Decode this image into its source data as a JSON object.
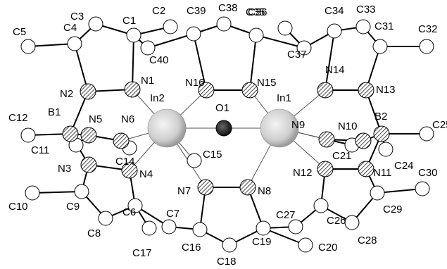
{
  "atoms": [
    {
      "label": "C1",
      "el": "C"
    },
    {
      "label": "C2",
      "el": "C"
    },
    {
      "label": "C3",
      "el": "C"
    },
    {
      "label": "C4",
      "el": "C"
    },
    {
      "label": "C5",
      "el": "C"
    },
    {
      "label": "C6",
      "el": "C"
    },
    {
      "label": "C7",
      "el": "C"
    },
    {
      "label": "C8",
      "el": "C"
    },
    {
      "label": "C9",
      "el": "C"
    },
    {
      "label": "C10",
      "el": "C"
    },
    {
      "label": "C11",
      "el": "C"
    },
    {
      "label": "C12",
      "el": "C"
    },
    {
      "label": "C14",
      "el": "C"
    },
    {
      "label": "C15",
      "el": "C"
    },
    {
      "label": "C16",
      "el": "C"
    },
    {
      "label": "C17",
      "el": "C"
    },
    {
      "label": "C18",
      "el": "C"
    },
    {
      "label": "C19",
      "el": "C"
    },
    {
      "label": "C20",
      "el": "C"
    },
    {
      "label": "C21",
      "el": "C"
    },
    {
      "label": "C24",
      "el": "C"
    },
    {
      "label": "C25",
      "el": "C"
    },
    {
      "label": "C26",
      "el": "C"
    },
    {
      "label": "C27",
      "el": "C"
    },
    {
      "label": "C28",
      "el": "C"
    },
    {
      "label": "C29",
      "el": "C"
    },
    {
      "label": "C30",
      "el": "C"
    },
    {
      "label": "C31",
      "el": "C"
    },
    {
      "label": "C32",
      "el": "C"
    },
    {
      "label": "C33",
      "el": "C"
    },
    {
      "label": "C34",
      "el": "C"
    },
    {
      "label": "C35",
      "el": "C"
    },
    {
      "label": "C36",
      "el": "C"
    },
    {
      "label": "C37",
      "el": "C"
    },
    {
      "label": "C38",
      "el": "C"
    },
    {
      "label": "C39",
      "el": "C"
    },
    {
      "label": "C40",
      "el": "C"
    },
    {
      "label": "N1",
      "el": "N"
    },
    {
      "label": "N2",
      "el": "N"
    },
    {
      "label": "N3",
      "el": "N"
    },
    {
      "label": "N4",
      "el": "N"
    },
    {
      "label": "N5",
      "el": "N"
    },
    {
      "label": "N6",
      "el": "N"
    },
    {
      "label": "N7",
      "el": "N"
    },
    {
      "label": "N8",
      "el": "N"
    },
    {
      "label": "N9",
      "el": "N"
    },
    {
      "label": "N10",
      "el": "N"
    },
    {
      "label": "N11",
      "el": "N"
    },
    {
      "label": "N12",
      "el": "N"
    },
    {
      "label": "N13",
      "el": "N"
    },
    {
      "label": "N14",
      "el": "N"
    },
    {
      "label": "N15",
      "el": "N"
    },
    {
      "label": "N16",
      "el": "N"
    },
    {
      "label": "B1",
      "el": "B"
    },
    {
      "label": "B2",
      "el": "B"
    },
    {
      "label": "In1",
      "el": "In"
    },
    {
      "label": "In2",
      "el": "In"
    },
    {
      "label": "O1",
      "el": "O"
    }
  ],
  "bonds": [
    [
      "C5",
      "C4"
    ],
    [
      "C4",
      "C3"
    ],
    [
      "C3",
      "C1"
    ],
    [
      "C1",
      "C2"
    ],
    [
      "C4",
      "N2"
    ],
    [
      "C1",
      "N1"
    ],
    [
      "N1",
      "N2"
    ],
    [
      "C1",
      "C40"
    ],
    [
      "C40",
      "C39"
    ],
    [
      "C39",
      "N16"
    ],
    [
      "C39",
      "C38"
    ],
    [
      "C38",
      "C36"
    ],
    [
      "C36",
      "N15"
    ],
    [
      "C36",
      "C37"
    ],
    [
      "C37",
      "C35"
    ],
    [
      "C37",
      "C34"
    ],
    [
      "C34",
      "C33"
    ],
    [
      "C33",
      "C31"
    ],
    [
      "C31",
      "C32"
    ],
    [
      "C31",
      "N13"
    ],
    [
      "C34",
      "N14"
    ],
    [
      "N14",
      "N13"
    ],
    [
      "N16",
      "N15"
    ],
    [
      "N2",
      "B1"
    ],
    [
      "B1",
      "N5"
    ],
    [
      "B1",
      "N3"
    ],
    [
      "C12",
      "B1"
    ],
    [
      "C11",
      "N5"
    ],
    [
      "N5",
      "N6"
    ],
    [
      "N6",
      "C14"
    ],
    [
      "N3",
      "N4"
    ],
    [
      "N3",
      "C9"
    ],
    [
      "C9",
      "C10"
    ],
    [
      "C9",
      "C8"
    ],
    [
      "C8",
      "C6"
    ],
    [
      "C6",
      "N4"
    ],
    [
      "C6",
      "C7"
    ],
    [
      "C6",
      "C17"
    ],
    [
      "C7",
      "C16"
    ],
    [
      "C16",
      "N7"
    ],
    [
      "C16",
      "C18"
    ],
    [
      "C18",
      "C19"
    ],
    [
      "C19",
      "N8"
    ],
    [
      "N7",
      "N8"
    ],
    [
      "C19",
      "C20"
    ],
    [
      "C19",
      "C27"
    ],
    [
      "C27",
      "C26"
    ],
    [
      "C26",
      "N12"
    ],
    [
      "C26",
      "C28"
    ],
    [
      "C28",
      "C29"
    ],
    [
      "C29",
      "N11"
    ],
    [
      "C29",
      "C30"
    ],
    [
      "N12",
      "N11"
    ],
    [
      "N11",
      "B2"
    ],
    [
      "B2",
      "N13"
    ],
    [
      "B2",
      "N10"
    ],
    [
      "B2",
      "C24"
    ],
    [
      "B2",
      "C25"
    ],
    [
      "N10",
      "N9"
    ],
    [
      "N9",
      "C21"
    ],
    [
      "C21",
      "N10"
    ]
  ],
  "coordination_bonds": [
    [
      "In2",
      "N1"
    ],
    [
      "In2",
      "N16"
    ],
    [
      "In2",
      "N6"
    ],
    [
      "In2",
      "N4"
    ],
    [
      "In2",
      "N7"
    ],
    [
      "In2",
      "O1"
    ],
    [
      "In2",
      "C15"
    ],
    [
      "In1",
      "N15"
    ],
    [
      "In1",
      "N14"
    ],
    [
      "In1",
      "N9"
    ],
    [
      "In1",
      "N12"
    ],
    [
      "In1",
      "N8"
    ],
    [
      "In1",
      "O1"
    ],
    [
      "In1",
      "C21"
    ]
  ],
  "colors": {
    "ink": "#000000",
    "indium_shade": "#bdbdbd",
    "oxygen": "#222222"
  }
}
